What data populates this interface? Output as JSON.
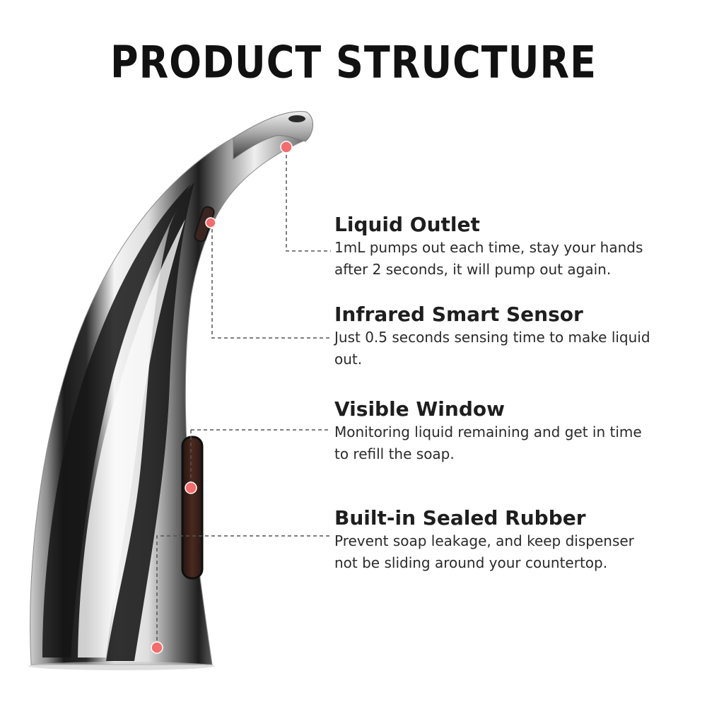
{
  "title": "PRODUCT STRUCTURE",
  "features": [
    {
      "title": "Liquid Outlet",
      "description": "1mL pumps out each time, stay your hands\nafter 2 seconds, it will pump out again."
    },
    {
      "title": "Infrared Smart Sensor",
      "description": "Just 0.5 seconds sensing time to make liquid\nout."
    },
    {
      "title": "Visible Window",
      "description": "Monitoring liquid remaining and get in time\nto refill the soap."
    },
    {
      "title": "Built-in Sealed Rubber",
      "description": "Prevent soap leakage, and keep dispenser\nnot be sliding around your countertop."
    }
  ],
  "colors": {
    "marker": "#f26d6d",
    "chrome_dark": "#1a1a1a",
    "chrome_light": "#f2f2f2",
    "window": "#3b1f17"
  }
}
